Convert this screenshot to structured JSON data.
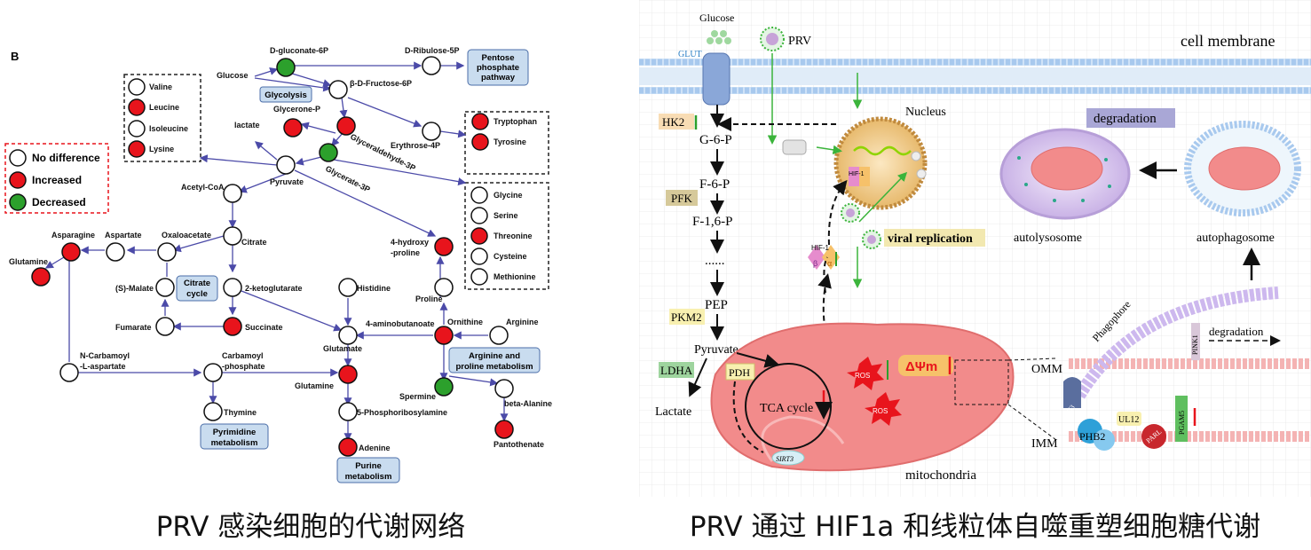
{
  "left_panel": {
    "panel_letter": "B",
    "legend": [
      {
        "label": "No difference",
        "color": "#ffffff"
      },
      {
        "label": "Increased",
        "color": "#e8141c"
      },
      {
        "label": "Decreased",
        "color": "#2ca02c"
      }
    ],
    "boxes": {
      "glycolysis": "Glycolysis",
      "pentose": [
        "Pentose",
        "phosphate",
        "pathway"
      ],
      "citrate_cycle": [
        "Citrate",
        "cycle"
      ],
      "arginine": [
        "Arginine and",
        "proline metabolism"
      ],
      "pyrimidine": [
        "Pyrimidine",
        "metabolism"
      ],
      "purine": [
        "Purine",
        "metabolism"
      ]
    },
    "metabolites": {
      "valine": "Valine",
      "leucine": "Leucine",
      "isoleucine": "Isoleucine",
      "lysine": "Lysine",
      "d_gluconate": "D-gluconate-6P",
      "d_ribulose": "D-Ribulose-5P",
      "glucose": "Glucose",
      "fructose": "β-D-Fructose-6P",
      "glycerone": "Glycerone-P",
      "lactate": "lactate",
      "glyceraldehyde": "Glyceraldehyde-3P",
      "glycerate": "Glycerate-3P",
      "erythrose": "Erythrose-4P",
      "tryptophan": "Tryptophan",
      "tyrosine": "Tyrosine",
      "pyruvate": "Pyruvate",
      "acetyl_coa": "Acetyl-CoA",
      "glycine": "Glycine",
      "serine": "Serine",
      "threonine": "Threonine",
      "cysteine": "Cysteine",
      "methionine": "Methionine",
      "asparagine": "Asparagine",
      "aspartate": "Aspartate",
      "oxaloacetate": "Oxaloacetate",
      "citrate": "Citrate",
      "glutamine_left": "Glutamine",
      "hydroxyproline": [
        "4-hydroxy",
        "-proline"
      ],
      "malate": "(S)-Malate",
      "ketoglutarate": "2-ketoglutarate",
      "histidine": "Histidine",
      "proline": "Proline",
      "fumarate": "Fumarate",
      "succinate": "Succinate",
      "aminobutanoate": "4-aminobutanoate",
      "ornithine": "Ornithine",
      "arginine": "Arginine",
      "glutamate": "Glutamate",
      "carbamoyl_aspartate": [
        "N-Carbamoyl",
        "-L-aspartate"
      ],
      "carbamoyl_phosphate": [
        "Carbamoyl",
        "-phosphate"
      ],
      "glutamine": "Glutamine",
      "spermine": "Spermine",
      "beta_alanine": "beta-Alanine",
      "thymine": "Thymine",
      "phosphoribosylamine": "5-Phosphoribosylamine",
      "adenine": "Adenine",
      "pantothenate": "Pantothenate"
    }
  },
  "right_panel": {
    "glucose": "Glucose",
    "prv": "PRV",
    "cell_membrane": "cell membrane",
    "glut": "GLUT",
    "hk2": "HK2",
    "g6p": "G-6-P",
    "f6p": "F-6-P",
    "pfk": "PFK",
    "f16p": "F-1,6-P",
    "dots": "......",
    "pep": "PEP",
    "pkm2": "PKM2",
    "pyruvate": "Pyruvate",
    "ldha": "LDHA",
    "lactate": "Lactate",
    "pdh": "PDH",
    "tca": "TCA cycle",
    "sirt3": "SIRT3",
    "ros": "ROS",
    "dpsi": "ΔΨm",
    "nucleus": "Nucleus",
    "hif1": "HIF-1",
    "hif_alpha": "α",
    "hif_beta": "β",
    "viral_replication": "viral replication",
    "degradation_top": "degradation",
    "autolysosome": "autolysosome",
    "autophagosome": "autophagosome",
    "phagophore": "Phagophore",
    "pink1": "PINK1",
    "degradation_right": "degradation",
    "omm": "OMM",
    "imm": "IMM",
    "mitochondria": "mitochondria",
    "phb2": "PHB2",
    "ul12": "UL12",
    "parl": "PARL",
    "pgam5": "PGAM5",
    "lc3": "LC3"
  },
  "captions": {
    "left": "PRV 感染细胞的代谢网络",
    "right": "PRV 通过 HIF1a 和线粒体自噬重塑细胞糖代谢"
  },
  "colors": {
    "increased": "#e8141c",
    "decreased": "#2ca02c",
    "edge": "#4b4aa8",
    "box_fill": "#c9dcef",
    "mito": "#f28b8b",
    "membrane": "#a8c9ee"
  }
}
